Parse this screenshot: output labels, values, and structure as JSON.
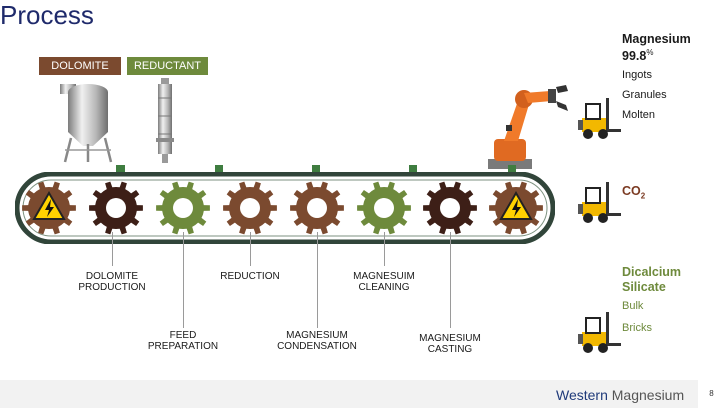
{
  "title": "Process",
  "inputs": {
    "dolomite": "DOLOMITE",
    "reductant": "REDUCTANT"
  },
  "steps": {
    "dolomite_production": [
      "DOLOMITE",
      "PRODUCTION"
    ],
    "feed_preparation": [
      "FEED",
      "PREPARATION"
    ],
    "reduction": [
      "REDUCTION"
    ],
    "magnesium_condensation": [
      "MAGNESIUM",
      "CONDENSATION"
    ],
    "magnesium_cleaning": [
      "MAGNESUIM",
      "CLEANING"
    ],
    "magnesium_casting": [
      "MAGNESIUM",
      "CASTING"
    ]
  },
  "products": {
    "magnesium": {
      "name": "Magnesium",
      "purity": "99.8",
      "purity_unit": "%",
      "items": [
        "Ingots",
        "Granules",
        "Molten"
      ]
    },
    "co2": {
      "base": "CO",
      "sub": "2"
    },
    "dicalcium": {
      "line1": "Dicalcium",
      "line2": "Silicate",
      "items": [
        "Bulk",
        "Bricks"
      ]
    }
  },
  "colors": {
    "title": "#1f2a6b",
    "brown": "#7b4a2f",
    "green": "#6e8a3c",
    "dark_brown": "#3d1f17",
    "orange": "#c0502a",
    "belt": "#31453a"
  },
  "gears": [
    "warning-brown",
    "dark-brown",
    "green",
    "brown",
    "brown",
    "green",
    "dark-brown",
    "warning-brown"
  ],
  "icons": [
    "mixing-tank-icon",
    "reactor-column-icon",
    "robot-arm-icon",
    "forklift-icon",
    "warning-icon"
  ],
  "footer": {
    "brand_a": "Western",
    "brand_b": "Magnesium",
    "page": "8"
  }
}
